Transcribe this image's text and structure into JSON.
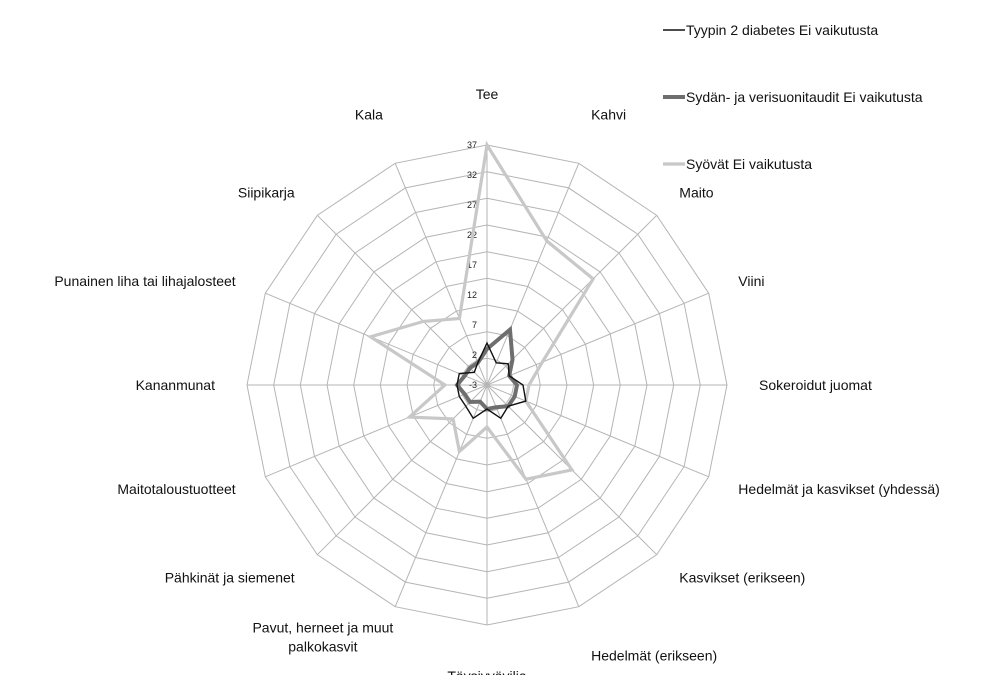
{
  "chart_data": {
    "type": "radar",
    "categories": [
      "Tee",
      "Kahvi",
      "Maito",
      "Viini",
      "Sokeroidut juomat",
      "Hedelmät ja kasvikset (yhdessä)",
      "Kasvikset (erikseen)",
      "Hedelmät (erikseen)",
      "Täysjyvävilja",
      "Pavut, herneet ja muut palkokasvit",
      "Pähkinät ja siemenet",
      "Maitotaloustuotteet",
      "Kananmunat",
      "Punainen liha tai lihajalosteet",
      "Siipikarja",
      "Kala"
    ],
    "ticks": [
      "-3",
      "2",
      "7",
      "12",
      "17",
      "22",
      "27",
      "32",
      "37"
    ],
    "rlim": [
      -3,
      37
    ],
    "series": [
      {
        "name": "Tyypin 2 diabetes Ei vaikutusta",
        "color": "#111111",
        "values": [
          4,
          1,
          2,
          1,
          3,
          4,
          2,
          3,
          1,
          3,
          2,
          2,
          2,
          2,
          0,
          1
        ]
      },
      {
        "name": "Sydän- ja verisuonitaudit Ei vaikutusta",
        "color": "#6e6e6e",
        "values": [
          3,
          7,
          3,
          1,
          2,
          2,
          2,
          1,
          1,
          0,
          1,
          1,
          2,
          1,
          1,
          1
        ]
      },
      {
        "name": "Syövät Ei vaikutusta",
        "color": "#c8c8c8",
        "values": [
          37,
          23,
          22,
          7,
          4,
          4,
          17,
          14,
          4,
          9,
          5,
          11,
          4,
          18,
          12,
          9
        ]
      }
    ],
    "grid": true,
    "legend": "top-right"
  }
}
